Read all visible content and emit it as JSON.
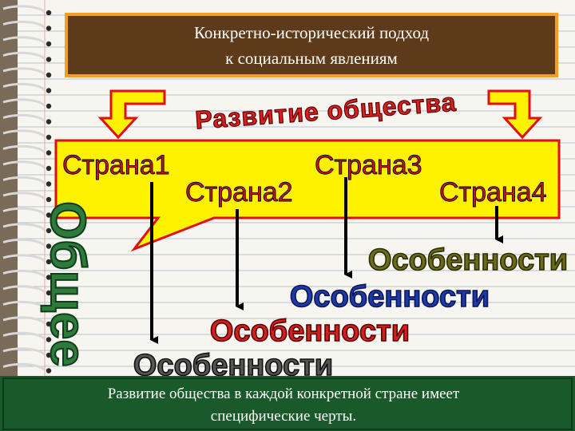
{
  "title": {
    "line1": "Конкретно-исторический подход",
    "line2": "к социальным явлениям"
  },
  "banner": "Развитие общества",
  "countries": [
    "Страна1",
    "Страна2",
    "Страна3",
    "Страна4"
  ],
  "common_label": "Общее",
  "features": [
    "Особенности",
    "Особенности",
    "Особенности",
    "Особенности"
  ],
  "footer": {
    "line1": "Развитие общества в каждой конкретной стране имеет",
    "line2": "специфические черты."
  },
  "colors": {
    "title_box": "#5c3a1a",
    "title_border": "#f0a020",
    "banner_text": "#d82020",
    "callout_fill": "#fff200",
    "callout_border": "#e01010",
    "country_text": "#c8161c",
    "feature_olive": "#6b6b1e",
    "feature_blue": "#1e3aa8",
    "feature_red": "#d02020",
    "feature_dark": "#555555",
    "common_text": "#2e7a3a",
    "footer_box": "#1a5a2a"
  },
  "icons": [
    "notebook-spiral-icon",
    "bent-arrow-left-icon",
    "bent-arrow-right-icon",
    "down-arrow-icon"
  ]
}
